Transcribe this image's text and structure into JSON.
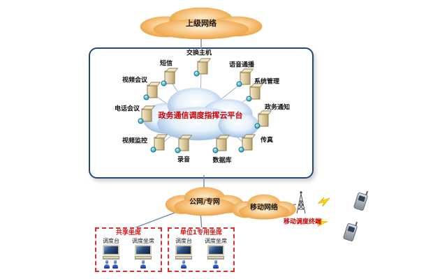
{
  "diagram": {
    "top_cloud": {
      "label": "上级网络"
    },
    "platform": {
      "cloud_label": "政务通信调度指挥云平台",
      "nodes": [
        {
          "id": "exchange-host",
          "label": "交换主机"
        },
        {
          "id": "sms",
          "label": "短信"
        },
        {
          "id": "voice-broadcast",
          "label": "语音通播"
        },
        {
          "id": "video-conference",
          "label": "视频会议"
        },
        {
          "id": "system-management",
          "label": "系统管理"
        },
        {
          "id": "phone-conference",
          "label": "电话会议"
        },
        {
          "id": "government-notice",
          "label": "政务通知"
        },
        {
          "id": "video-surveillance",
          "label": "视频监控"
        },
        {
          "id": "fax",
          "label": "传真"
        },
        {
          "id": "recording",
          "label": "录音"
        },
        {
          "id": "database",
          "label": "数据库"
        }
      ]
    },
    "public_cloud": {
      "label": "公网/专网"
    },
    "mobile_cloud": {
      "label": "移动网络"
    },
    "mobile_terminal_label": "移动调度终端",
    "seat_groups": [
      {
        "title": "共享坐席",
        "stations": [
          {
            "label": "调度台"
          },
          {
            "label": "调度坐席"
          }
        ]
      },
      {
        "title": "单位1专用坐席",
        "stations": [
          {
            "label": "调度台"
          },
          {
            "label": "调度坐席"
          }
        ]
      }
    ],
    "colors": {
      "cloud_orange": "#e8932b",
      "cloud_blue": "#7ea6d6",
      "platform_text_red": "#cc0000",
      "seat_border_red": "#e03030",
      "line_blue": "#6b8cb8",
      "server_tan": "#dac89c",
      "person_blue": "#1b3fae",
      "lightning_yellow": "#ffd900"
    }
  }
}
